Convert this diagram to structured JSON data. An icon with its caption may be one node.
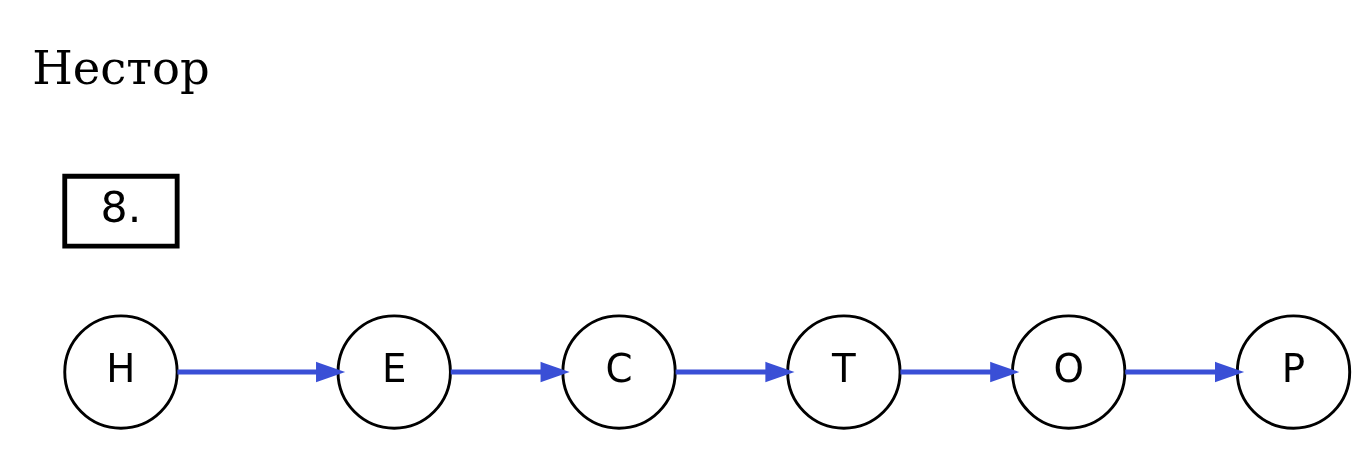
{
  "diagram": {
    "nodes": [
      {
        "text": [
          "Е"
        ]
      },
      {
        "text": [
          "С"
        ]
      },
      {
        "text": [
          "Т"
        ]
      },
      {
        "text": [
          "Р"
        ]
      },
      {
        "text": [
          "Н"
        ]
      },
      {
        "text": [
          "О"
        ]
      }
    ],
    "edges": [
      {
        "from": 4,
        "to": 0,
        "arrow": "to",
        "color": "#3a4fd6"
      },
      {
        "from": 0,
        "to": 1,
        "arrow": "to",
        "color": "#3a4fd6"
      },
      {
        "from": 1,
        "to": 2,
        "arrow": "to",
        "color": "#3a4fd6"
      },
      {
        "from": 2,
        "to": 5,
        "arrow": "to",
        "color": "#3a4fd6"
      },
      {
        "from": 5,
        "to": 3,
        "arrow": "to",
        "color": "#3a4fd6"
      }
    ],
    "labels": [
      "8.",
      "Нестор"
    ]
  }
}
